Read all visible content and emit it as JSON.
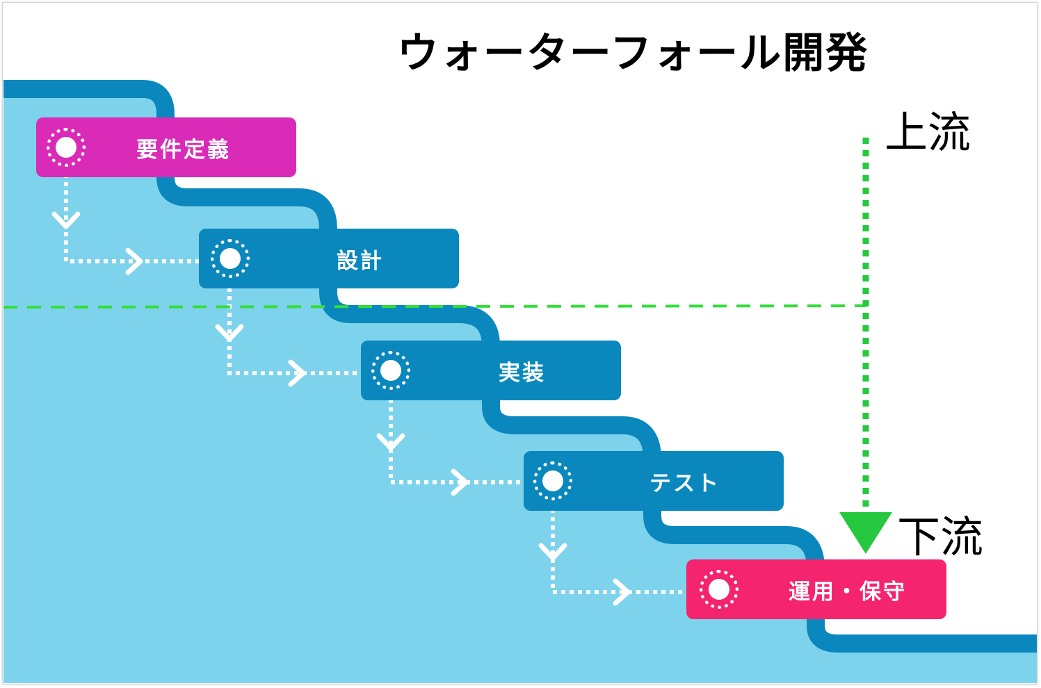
{
  "title": "ウォーターフォール開発",
  "flow": {
    "upstream": "上流",
    "downstream": "下流"
  },
  "phases": [
    {
      "label": "要件定義",
      "color": "#d92bb7"
    },
    {
      "label": "設計",
      "color": "#0a88bd"
    },
    {
      "label": "実装",
      "color": "#0a88bd"
    },
    {
      "label": "テスト",
      "color": "#0a88bd"
    },
    {
      "label": "運用・保守",
      "color": "#f5246f"
    }
  ],
  "colors": {
    "water": "#7dd3ec",
    "river_edge": "#0a88bd",
    "divider": "#34dd3a",
    "flow_arrow": "#25c83e",
    "connector": "#ffffff"
  },
  "icons": {
    "phase_node": "dotted-circle-icon",
    "step_arrow": "chevron-arrow-icon",
    "flow_arrow": "triangle-down-icon"
  }
}
